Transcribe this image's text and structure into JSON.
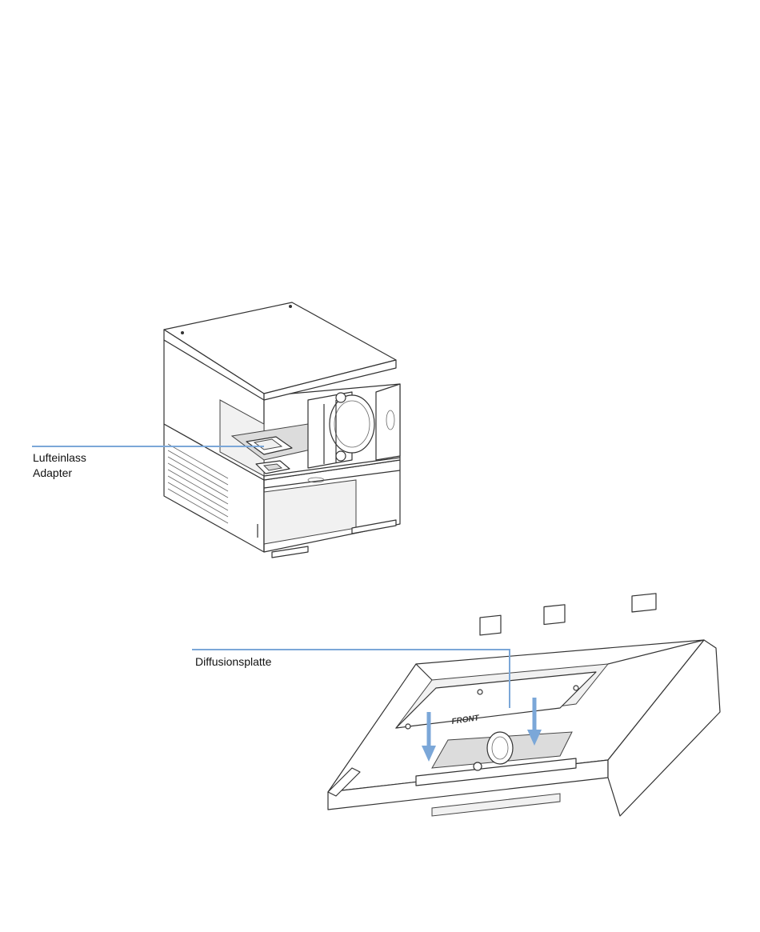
{
  "figure1": {
    "label_line1": "Lufteinlass",
    "label_line2": "Adapter"
  },
  "figure2": {
    "label": "Diffusionsplatte",
    "plate_text": "FRONT"
  },
  "colors": {
    "callout": "#7ba7d8",
    "line_art": "#333333"
  }
}
